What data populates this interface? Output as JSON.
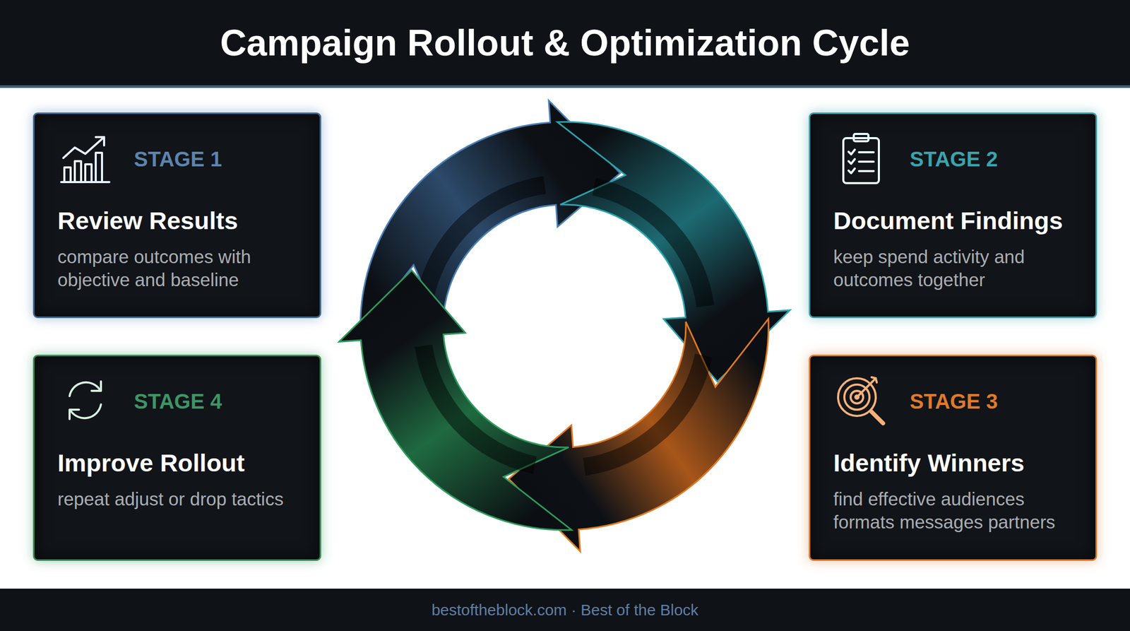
{
  "diagram": {
    "title": "Campaign Rollout & Optimization Cycle",
    "nodes": [
      {
        "text": [
          "STAGE 1",
          "Review Results",
          "compare outcomes with objective and baseline"
        ]
      },
      {
        "text": [
          "STAGE 2",
          "Document Findings",
          "keep spend activity and outcomes together"
        ]
      },
      {
        "text": [
          "STAGE 3",
          "Identify Winners",
          "find effective audiences formats messages partners"
        ]
      },
      {
        "text": [
          "STAGE 4",
          "Improve Rollout",
          "repeat adjust or drop tactics"
        ]
      }
    ],
    "labels": [
      "bestoftheblock.com · Best of the Block"
    ]
  }
}
